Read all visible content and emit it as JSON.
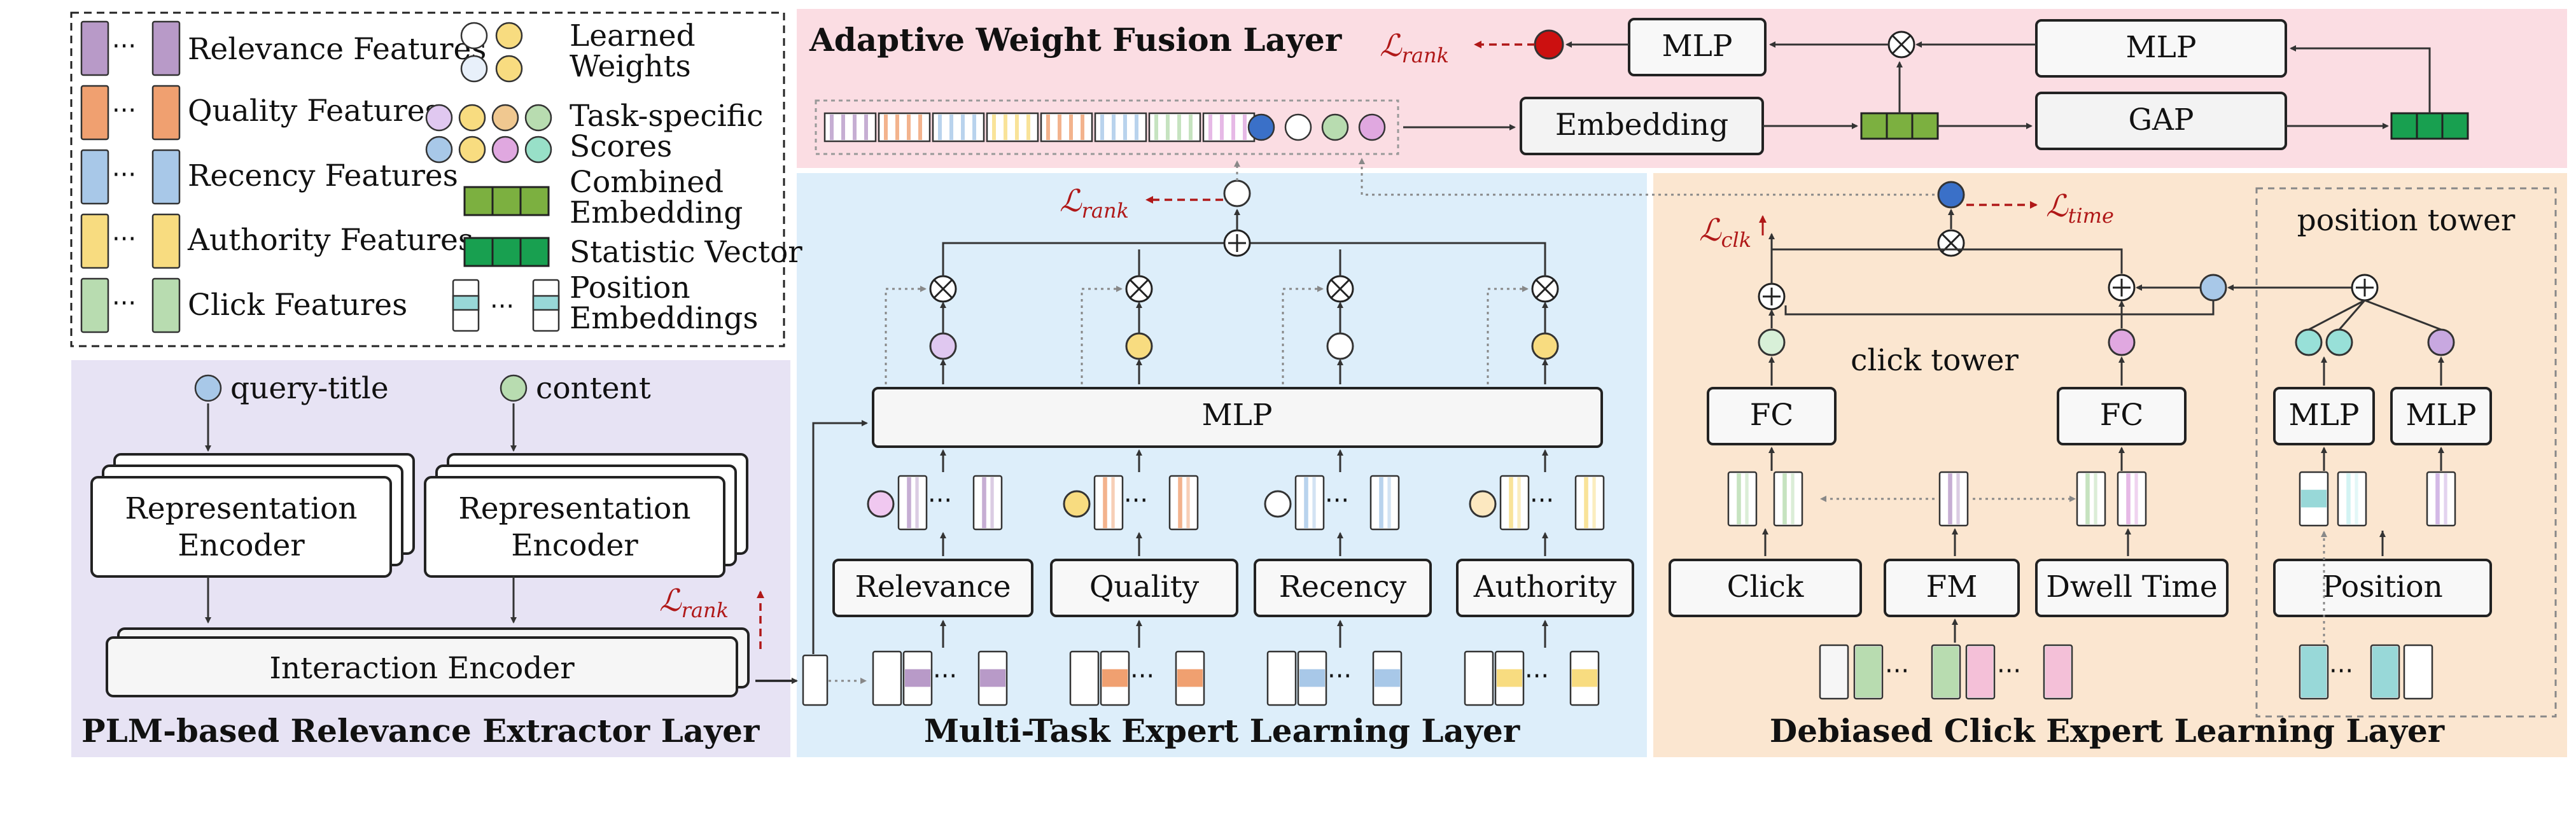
{
  "colors": {
    "relevance": "#b89ac8",
    "quality": "#f0a070",
    "recency": "#a8c8e8",
    "authority": "#f8dc80",
    "click": "#b8dcb0",
    "combined_embedding": "#7cb040",
    "statistic_vector": "#18a050",
    "position": "#98d8d8",
    "fusion_bg": "#fbdde3",
    "plm_bg": "#e7e3f4",
    "multitask_bg": "#ddeefa",
    "debias_bg": "#fbe6d0",
    "loss": "#b01818",
    "output_score": "#cc1010",
    "time_score": "#3a70c8"
  },
  "legend": {
    "relevance": "Relevance Features",
    "quality": "Quality Features",
    "recency": "Recency Features",
    "authority": "Authority Features",
    "click": "Click Features",
    "learned_weights": [
      "Learned",
      "Weights"
    ],
    "task_scores": [
      "Task-specific",
      "Scores"
    ],
    "combined_embedding": [
      "Combined",
      "Embedding"
    ],
    "statistic_vector": "Statistic Vector",
    "position_embeddings": [
      "Position",
      "Embeddings"
    ]
  },
  "fusion": {
    "title": "Adaptive Weight Fusion Layer",
    "mlp_left": "MLP",
    "mlp_right": "MLP",
    "embedding": "Embedding",
    "gap": "GAP",
    "loss_rank": "rank"
  },
  "plm": {
    "title": "PLM-based Relevance Extractor Layer",
    "input_query": "query-title",
    "input_content": "content",
    "encoder_left": [
      "Representation",
      "Encoder"
    ],
    "encoder_right": [
      "Representation",
      "Encoder"
    ],
    "interaction": "Interaction Encoder",
    "loss_rank": "rank"
  },
  "multitask": {
    "title": "Multi-Task Expert Learning Layer",
    "mlp": "MLP",
    "experts": [
      "Relevance",
      "Quality",
      "Recency",
      "Authority"
    ],
    "loss_rank": "rank"
  },
  "debias": {
    "title": "Debiased Click Expert Learning Layer",
    "fc_left": "FC",
    "fc_right": "FC",
    "click_tower": "click tower",
    "position_tower": "position tower",
    "mlp_left": "MLP",
    "mlp_right": "MLP",
    "click": "Click",
    "fm": "FM",
    "dwell": "Dwell Time",
    "position": "Position",
    "loss_clk": "clk",
    "loss_time": "time"
  },
  "loss_symbol": "ℒ"
}
